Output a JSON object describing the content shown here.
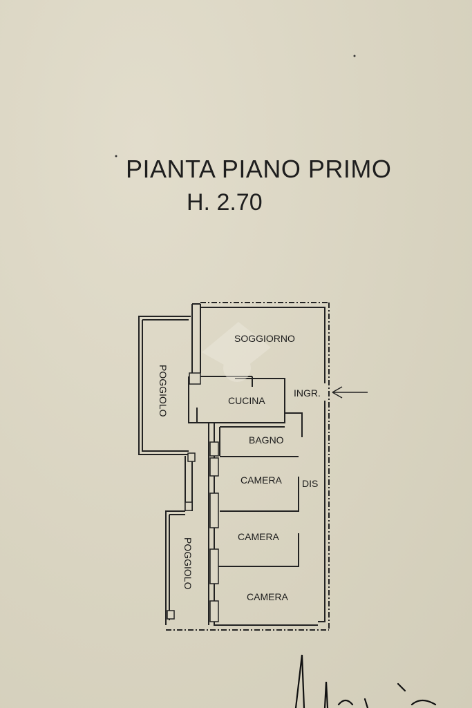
{
  "plan": {
    "title": "PIANTA PIANO PRIMO",
    "height_label": "H. 2.70",
    "rooms": {
      "soggiorno": "SOGGIORNO",
      "cucina": "CUCINA",
      "ingresso": "INGR.",
      "bagno": "BAGNO",
      "camera_1": "CAMERA",
      "camera_2": "CAMERA",
      "camera_3": "CAMERA",
      "disimpegno": "DIS",
      "poggiolo_1": "POGGIOLO",
      "poggiolo_2": "POGGIOLO"
    }
  }
}
